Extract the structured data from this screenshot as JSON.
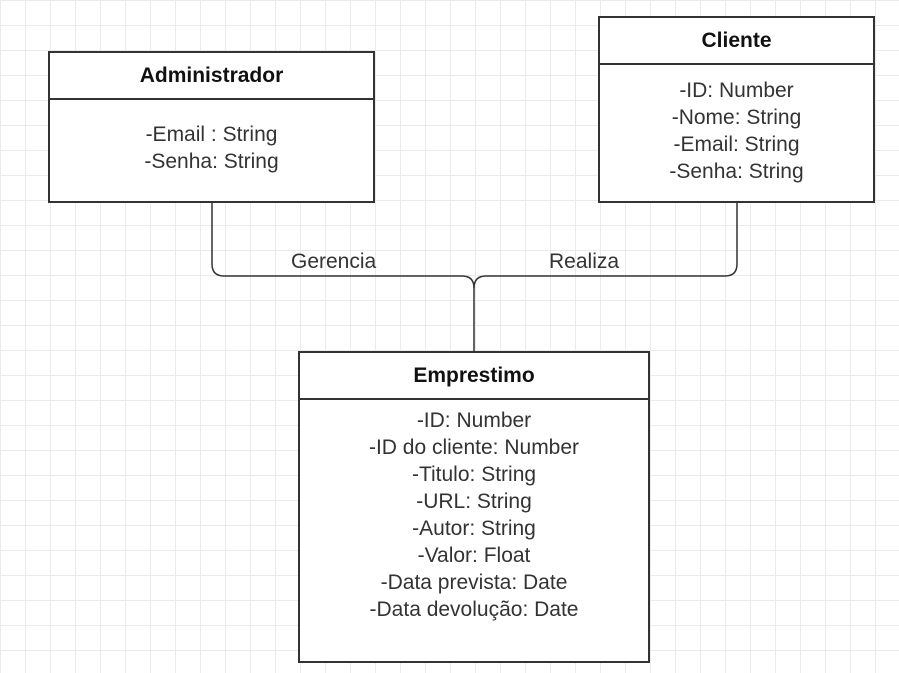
{
  "classes": {
    "administrador": {
      "name": "Administrador",
      "attributes": [
        "-Email : String",
        "-Senha: String"
      ]
    },
    "cliente": {
      "name": "Cliente",
      "attributes": [
        "-ID: Number",
        "-Nome: String",
        "-Email: String",
        "-Senha: String"
      ]
    },
    "emprestimo": {
      "name": "Emprestimo",
      "attributes": [
        "-ID: Number",
        "-ID do cliente: Number",
        "-Titulo: String",
        "-URL: String",
        "-Autor: String",
        "-Valor: Float",
        "-Data prevista: Date",
        "-Data devolução: Date"
      ]
    }
  },
  "relations": {
    "gerencia": "Gerencia",
    "realiza": "Realiza"
  },
  "colors": {
    "line": "#333333",
    "grid": "#eaeaea"
  }
}
